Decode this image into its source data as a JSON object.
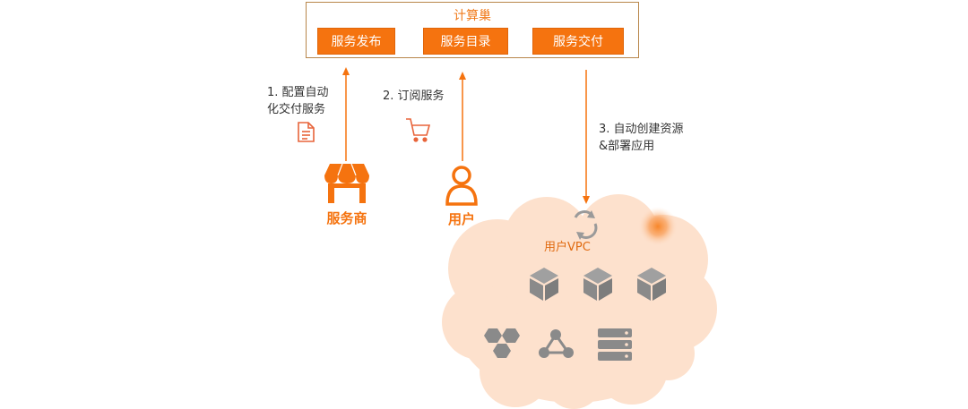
{
  "platform": {
    "title": "计算巢",
    "buttons": [
      "服务发布",
      "服务目录",
      "服务交付"
    ]
  },
  "steps": {
    "step1": [
      "1. 配置自动",
      "化交付服务"
    ],
    "step2": "2. 订阅服务",
    "step3": [
      "3. 自动创建资源",
      "&部署应用"
    ]
  },
  "actors": {
    "provider": "服务商",
    "user": "用户"
  },
  "vpc": {
    "label": "用户VPC"
  },
  "colors": {
    "accent": "#f5730f",
    "cloud": "#fde1cd",
    "icon_gray": "#8a8a8a",
    "border": "#b8864a"
  },
  "icons": [
    "document-icon",
    "cart-icon",
    "store-icon",
    "user-icon",
    "refresh-icon",
    "cube-icon",
    "hexagon-cluster-icon",
    "network-icon",
    "server-stack-icon"
  ]
}
